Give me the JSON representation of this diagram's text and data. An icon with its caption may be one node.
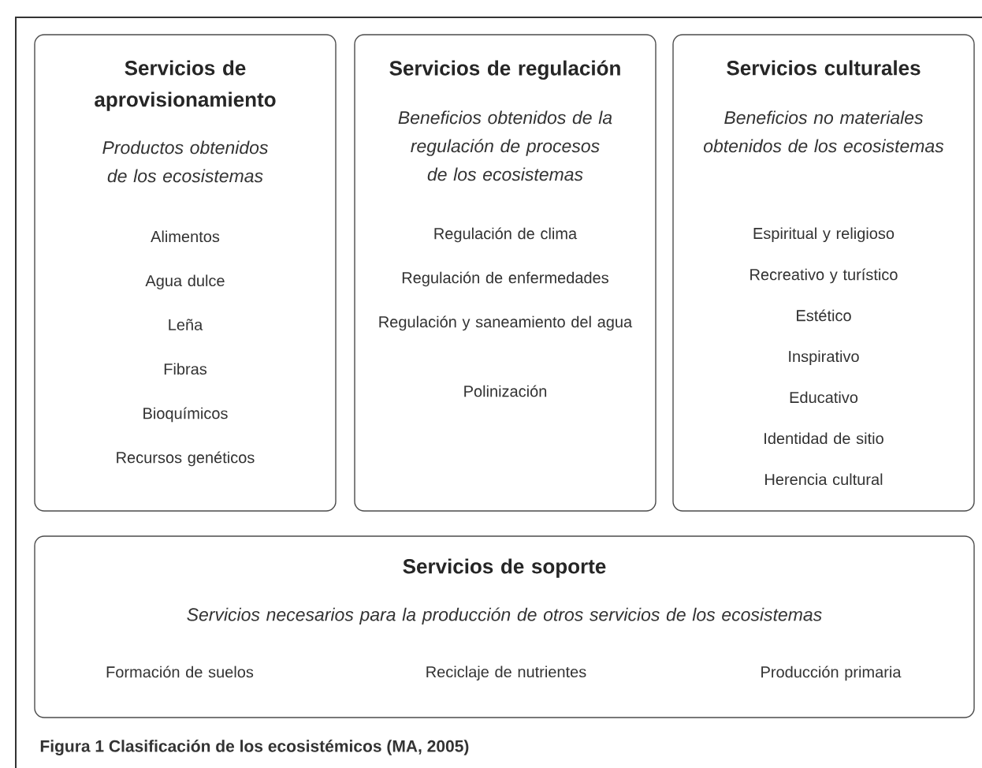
{
  "diagram": {
    "caption": "Figura 1 Clasificación de los ecosistémicos (MA, 2005)",
    "nodes": [
      {
        "text": [
          "Servicios de aprovisionamiento",
          "Productos obtenidos de los ecosistemas",
          "Alimentos",
          "Agua dulce",
          "Leña",
          "Fibras",
          "Bioquímicos",
          "Recursos genéticos"
        ]
      },
      {
        "text": [
          "Servicios de regulación",
          "Beneficios obtenidos de la regulación de procesos de los ecosistemas",
          "Regulación de clima",
          "Regulación de enfermedades",
          "Regulación y saneamiento del agua",
          "Polinización"
        ]
      },
      {
        "text": [
          "Servicios culturales",
          "Beneficios no materiales obtenidos de los ecosistemas",
          "Espiritual y religioso",
          "Recreativo y turístico",
          "Estético",
          "Inspirativo",
          "Educativo",
          "Identidad de sitio",
          "Herencia cultural"
        ]
      },
      {
        "text": [
          "Servicios de soporte",
          "Servicios necesarios para la producción de otros servicios de los ecosistemas",
          "Formación de suelos",
          "Reciclaje de nutrientes",
          "Producción primaria"
        ]
      }
    ]
  }
}
